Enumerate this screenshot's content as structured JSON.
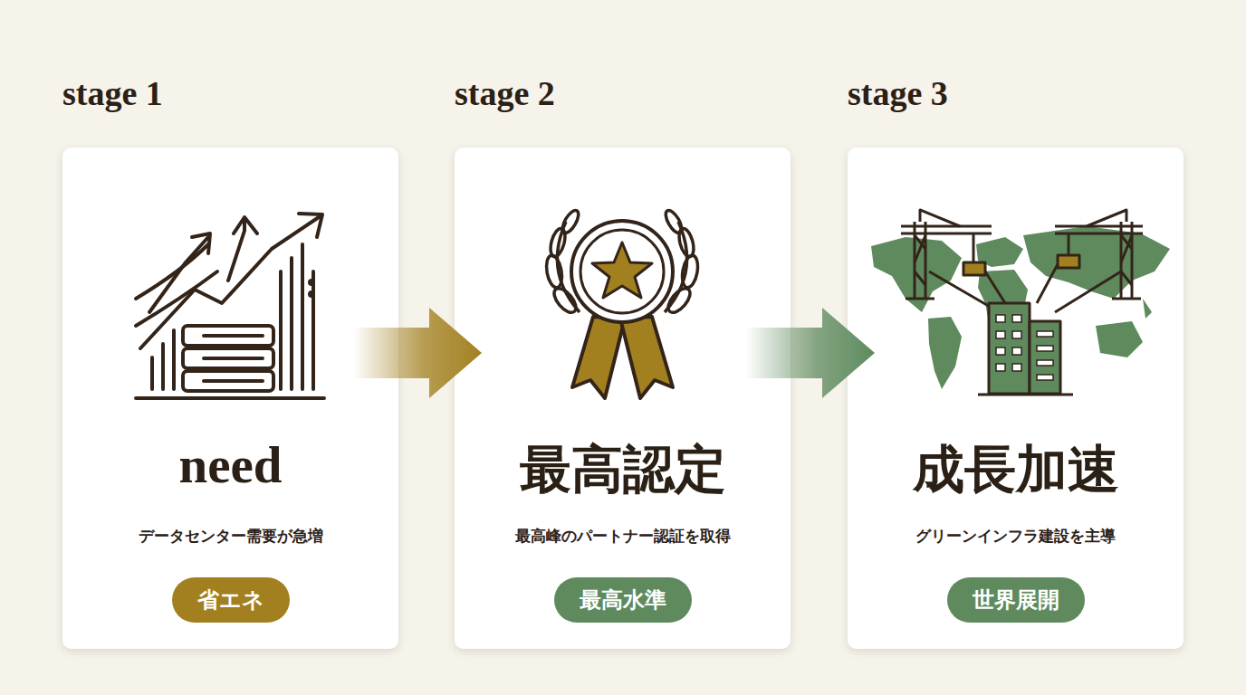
{
  "diagram": {
    "nodes": [
      {
        "text": [
          "stage 1",
          "need",
          "データセンター需要が急増"
        ]
      },
      {
        "text": [
          "省エネ"
        ],
        "in": 0
      },
      {
        "text": [
          "stage 2",
          "最高認定",
          "最高峰のパートナー認証を取得"
        ]
      },
      {
        "text": [
          "最高水準"
        ],
        "in": 2
      },
      {
        "text": [
          "stage 3",
          "成長加速",
          "グリーンインフラ建設を主導"
        ]
      },
      {
        "text": [
          "世界展開"
        ],
        "in": 4
      }
    ],
    "edges": [
      {
        "from": 0,
        "to": 2,
        "arrow": "to"
      },
      {
        "from": 2,
        "to": 4,
        "arrow": "to"
      }
    ]
  }
}
